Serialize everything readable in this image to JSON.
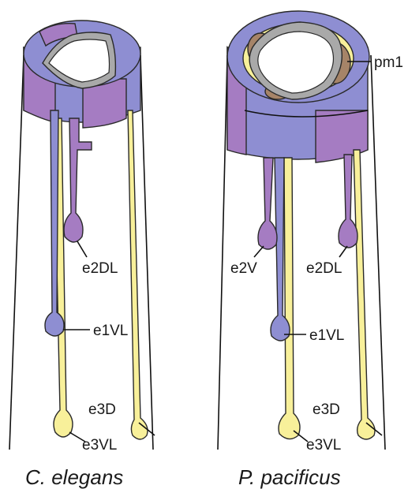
{
  "colors": {
    "blue": "#8e8ed2",
    "purple": "#a57cc2",
    "yellow": "#f8f09a",
    "gray": "#a9a9a9",
    "brown": "#a68468",
    "outline": "#2a2a2a"
  },
  "panels": [
    {
      "species": "C. elegans",
      "labels": {
        "e2DL": "e2DL",
        "e1VL": "e1VL",
        "e3D": "e3D",
        "e3VL": "e3VL"
      }
    },
    {
      "species": "P. pacificus",
      "labels": {
        "pm1": "pm1",
        "e2V": "e2V",
        "e2DL": "e2DL",
        "e1VL": "e1VL",
        "e3D": "e3D",
        "e3VL": "e3VL"
      }
    }
  ]
}
